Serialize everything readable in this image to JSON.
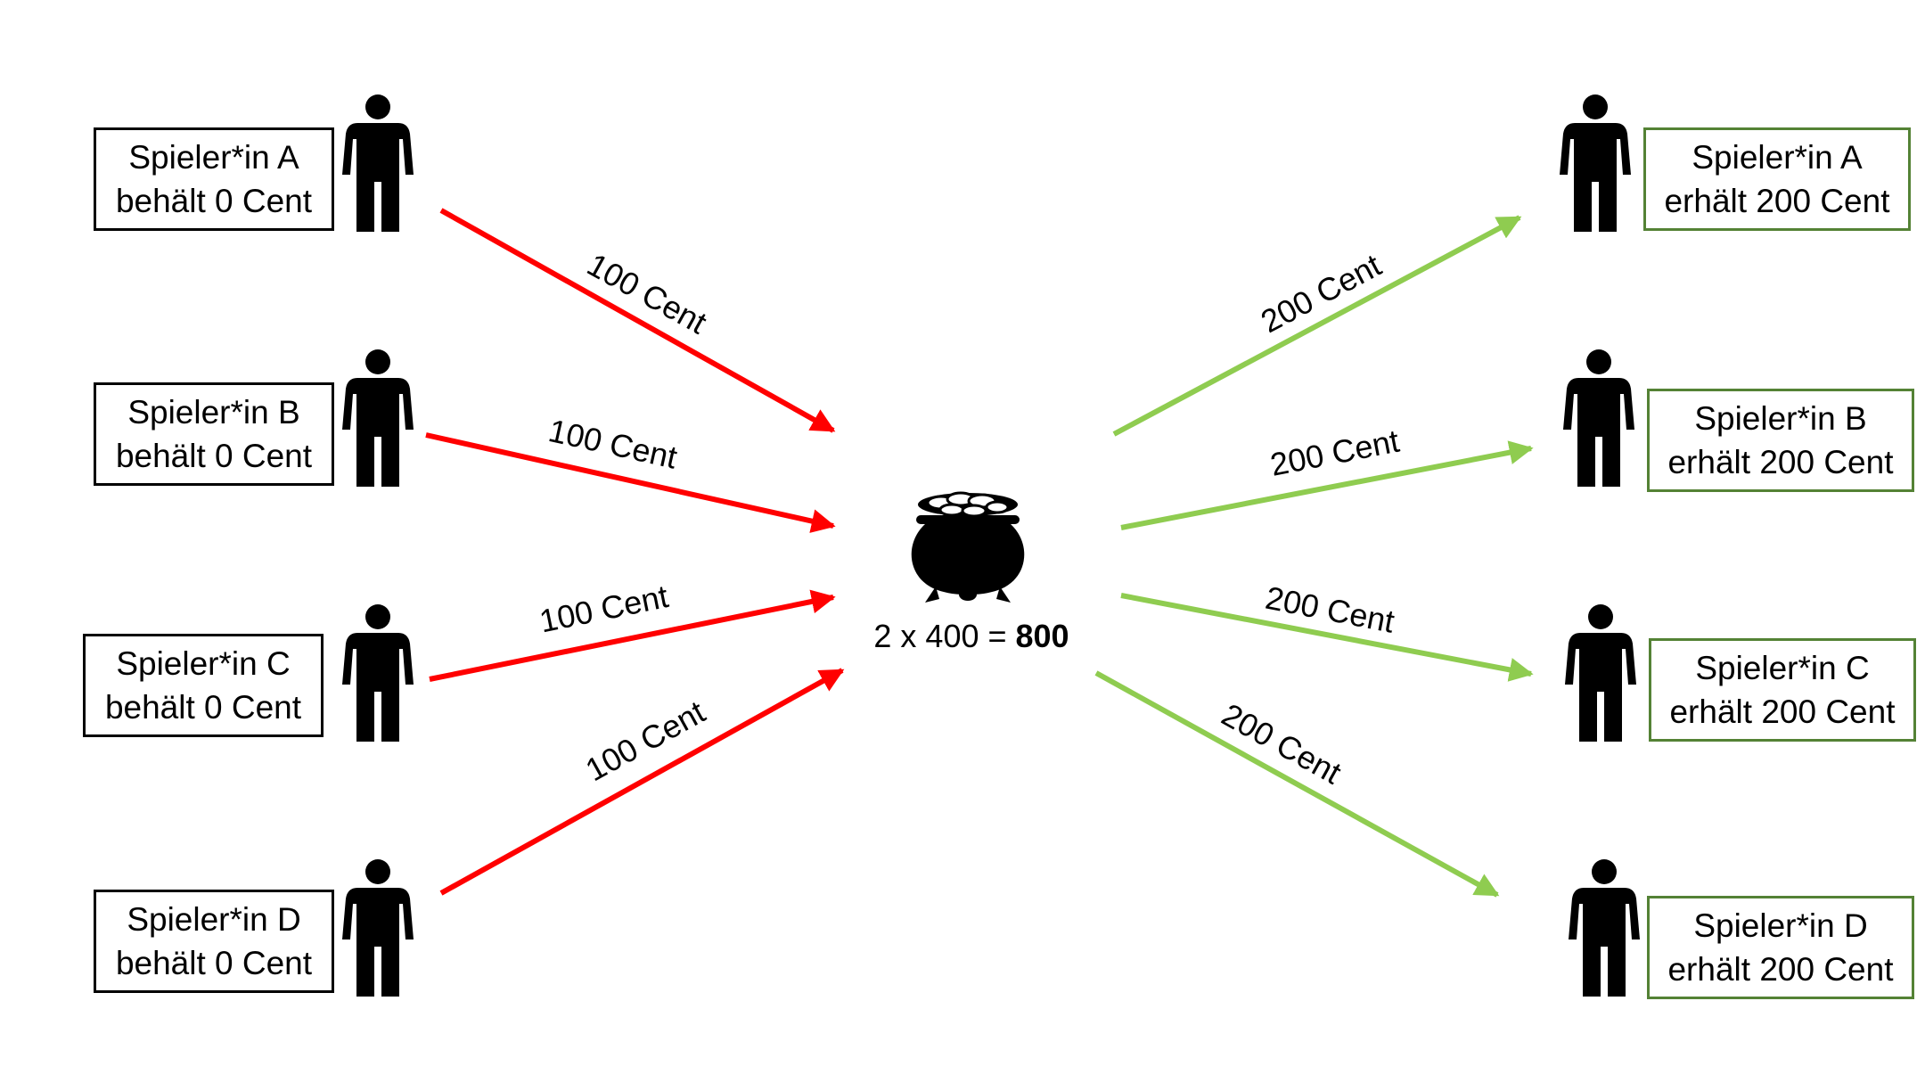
{
  "left_players": [
    {
      "name": "Spieler*in A",
      "status": "behält 0 Cent"
    },
    {
      "name": "Spieler*in B",
      "status": "behält 0 Cent"
    },
    {
      "name": "Spieler*in C",
      "status": "behält 0 Cent"
    },
    {
      "name": "Spieler*in D",
      "status": "behält 0 Cent"
    }
  ],
  "right_players": [
    {
      "name": "Spieler*in A",
      "status": "erhält 200 Cent"
    },
    {
      "name": "Spieler*in B",
      "status": "erhält 200 Cent"
    },
    {
      "name": "Spieler*in C",
      "status": "erhält 200 Cent"
    },
    {
      "name": "Spieler*in D",
      "status": "erhält 200 Cent"
    }
  ],
  "contributions": [
    "100 Cent",
    "100 Cent",
    "100 Cent",
    "100 Cent"
  ],
  "payouts": [
    "200 Cent",
    "200 Cent",
    "200 Cent",
    "200 Cent"
  ],
  "pot": {
    "formula": "2 x 400 = ",
    "total": "800",
    "icon": "pot-of-gold-icon"
  },
  "colors": {
    "contribution_arrow": "#ff0000",
    "payout_arrow": "#8fcc50",
    "payout_box_border": "#548235",
    "person_icon": "#000000"
  }
}
